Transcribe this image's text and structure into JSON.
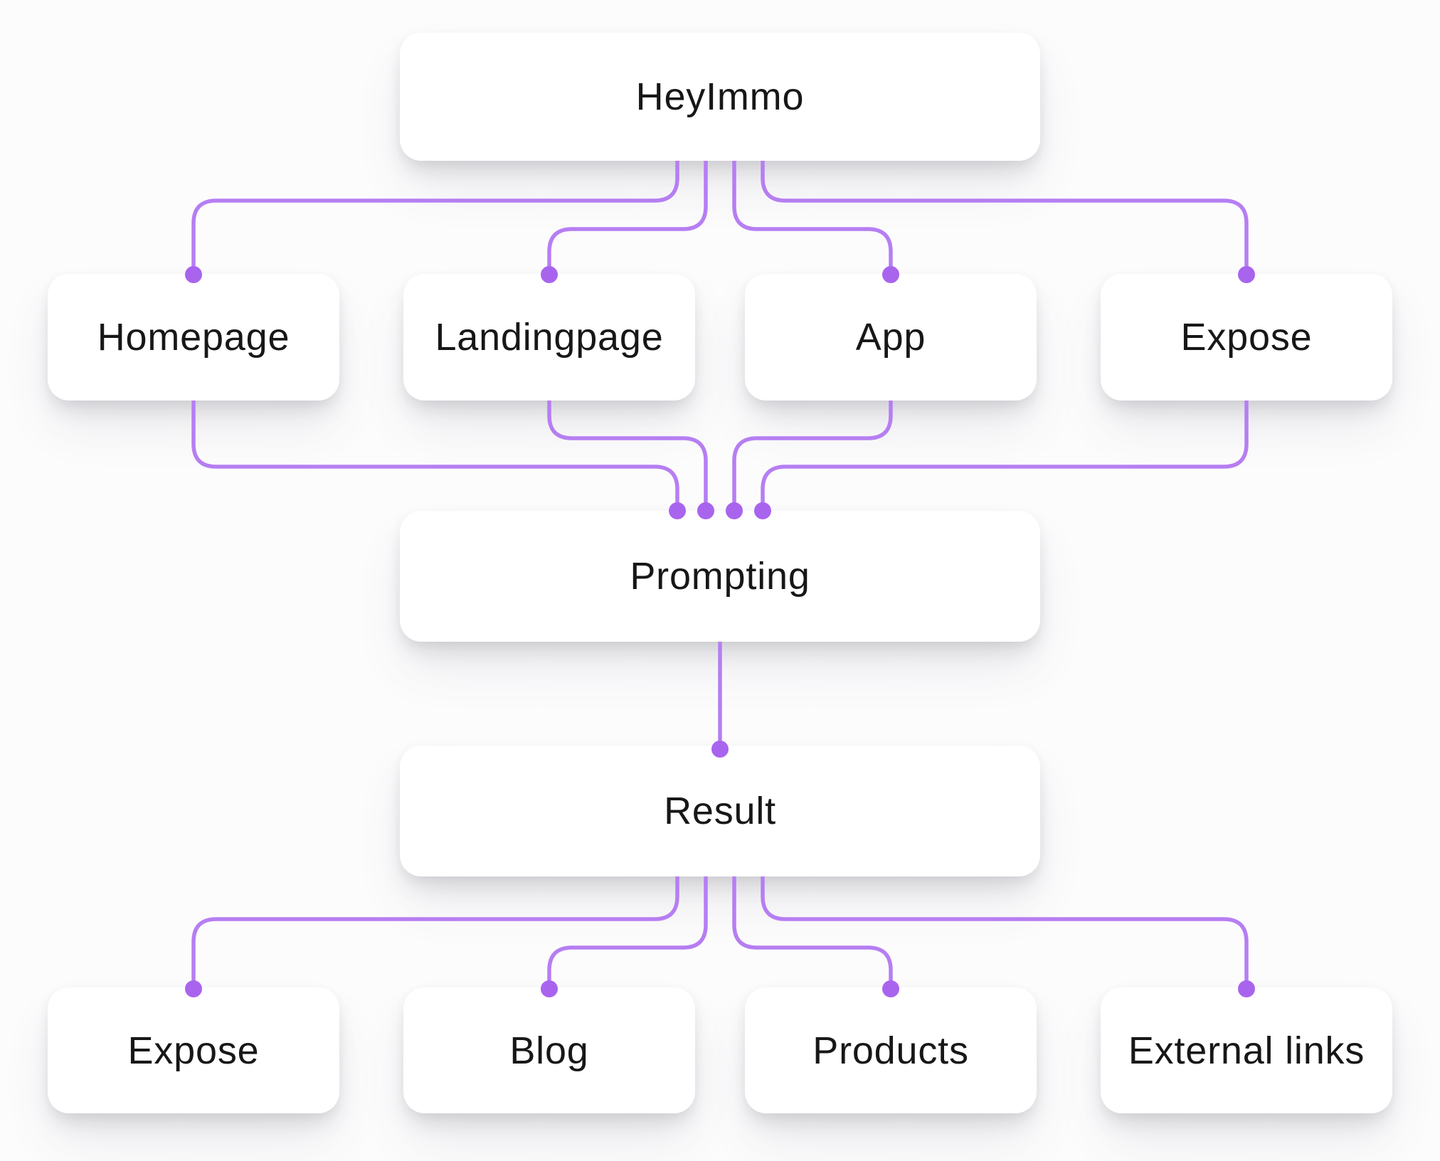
{
  "diagram": {
    "nodes": {
      "heyimmo": {
        "label": "HeyImmo"
      },
      "homepage": {
        "label": "Homepage"
      },
      "landingpage": {
        "label": "Landingpage"
      },
      "app": {
        "label": "App"
      },
      "expose_top": {
        "label": "Expose"
      },
      "prompting": {
        "label": "Prompting"
      },
      "result": {
        "label": "Result"
      },
      "expose_bottom": {
        "label": "Expose"
      },
      "blog": {
        "label": "Blog"
      },
      "products": {
        "label": "Products"
      },
      "external_links": {
        "label": "External links"
      }
    },
    "edges": [
      {
        "from": "HeyImmo",
        "to": "Homepage"
      },
      {
        "from": "HeyImmo",
        "to": "Landingpage"
      },
      {
        "from": "HeyImmo",
        "to": "App"
      },
      {
        "from": "HeyImmo",
        "to": "Expose"
      },
      {
        "from": "Homepage",
        "to": "Prompting"
      },
      {
        "from": "Landingpage",
        "to": "Prompting"
      },
      {
        "from": "App",
        "to": "Prompting"
      },
      {
        "from": "Expose",
        "to": "Prompting"
      },
      {
        "from": "Prompting",
        "to": "Result"
      },
      {
        "from": "Result",
        "to": "Expose"
      },
      {
        "from": "Result",
        "to": "Blog"
      },
      {
        "from": "Result",
        "to": "Products"
      },
      {
        "from": "Result",
        "to": "External links"
      }
    ]
  },
  "colors": {
    "connector": "#b67ef2",
    "dot": "#a964ee",
    "box_bg": "#ffffff",
    "page_bg": "#fcfcfd",
    "text": "#171717"
  }
}
